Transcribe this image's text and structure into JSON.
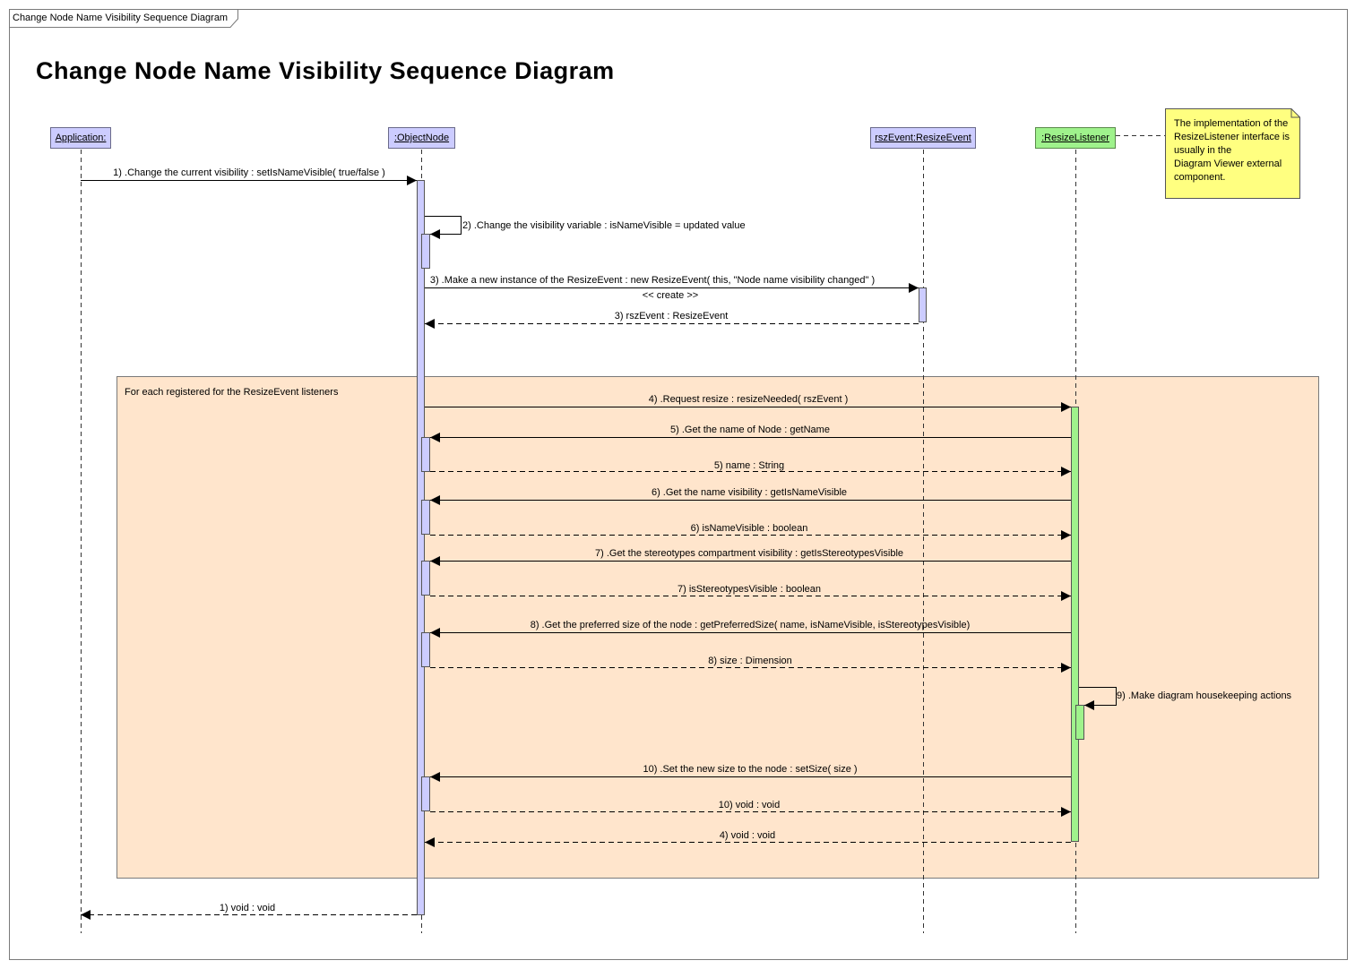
{
  "frame": {
    "tab_label": "Change Node Name Visibility Sequence Diagram"
  },
  "title": "Change Node Name Visibility Sequence Diagram",
  "lifelines": [
    {
      "id": "application",
      "label": "Application:",
      "color": "#ccccff"
    },
    {
      "id": "objectnode",
      "label": ":ObjectNode",
      "color": "#ccccff"
    },
    {
      "id": "rszevent",
      "label": "rszEvent:ResizeEvent",
      "color": "#ccccff"
    },
    {
      "id": "resizelistener",
      "label": ":ResizeListener",
      "color": "#9ff28c"
    }
  ],
  "note": {
    "lines": [
      "The implementation of the",
      "ResizeListener interface is",
      "usually in the",
      "Diagram Viewer external",
      "component."
    ],
    "color": "#ffff80"
  },
  "loop": {
    "label": "For each registered for the ResizeEvent listeners",
    "color": "#ffe5cc"
  },
  "messages": {
    "m1": "1) .Change the current visibility : setIsNameVisible( true/false )",
    "m2": "2) .Change the visibility variable : isNameVisible = updated value",
    "m3": "3) .Make a new instance of the ResizeEvent : new ResizeEvent( this, \"Node name visibility changed\" )",
    "m3_stereo": "<< create >>",
    "m3_ret": "3) rszEvent : ResizeEvent",
    "m4": "4) .Request resize : resizeNeeded( rszEvent )",
    "m5": "5) .Get the name of Node : getName",
    "m5_ret": "5) name : String",
    "m6": "6) .Get the name visibility : getIsNameVisible",
    "m6_ret": "6) isNameVisible : boolean",
    "m7": "7) .Get the stereotypes compartment visibility : getIsStereotypesVisible",
    "m7_ret": "7) isStereotypesVisible : boolean",
    "m8": "8) .Get the preferred size of the node : getPreferredSize( name, isNameVisible, isStereotypesVisible)",
    "m8_ret": "8) size : Dimension",
    "m9": "9) .Make diagram housekeeping actions",
    "m10": "10) .Set the new size to the node : setSize( size )",
    "m10_ret": "10) void : void",
    "m4_ret": "4) void : void",
    "m1_ret": "1) void : void"
  },
  "colors": {
    "activation_blue": "#ccccff",
    "activation_green": "#9ff28c"
  }
}
